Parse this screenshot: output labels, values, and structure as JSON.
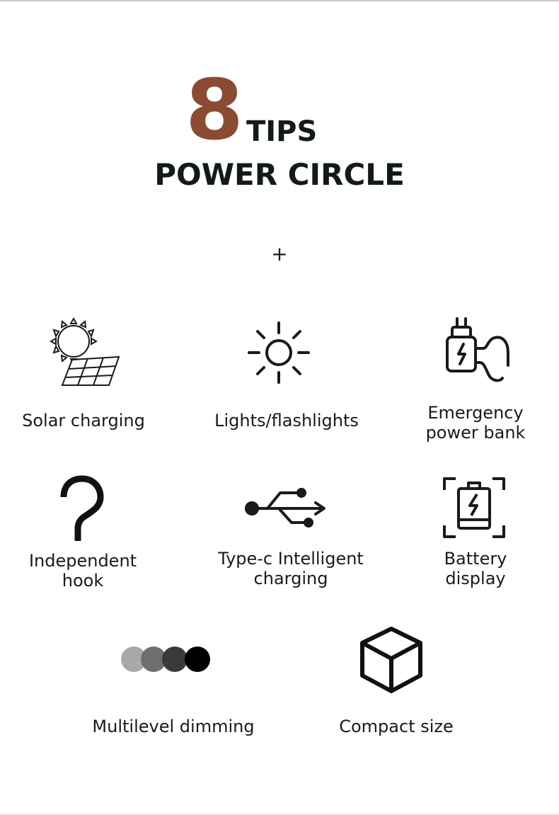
{
  "header": {
    "number": "8",
    "number_color": "#8b4a32",
    "tips_text": "TIPS",
    "headline": "POWER CIRCLE",
    "separator": "+"
  },
  "features": [
    {
      "icon": "solar-panel-icon",
      "label": "Solar charging"
    },
    {
      "icon": "sun-icon",
      "label": "Lights/flashlights"
    },
    {
      "icon": "charger-plug-icon",
      "label": "Emergency power bank"
    },
    {
      "icon": "hook-icon",
      "label": "Independent hook"
    },
    {
      "icon": "usb-icon",
      "label": "Type-c Intelligent charging"
    },
    {
      "icon": "battery-icon",
      "label": "Battery display"
    },
    {
      "icon": "dimming-circles-icon",
      "label": "Multilevel dimming"
    },
    {
      "icon": "cube-icon",
      "label": "Compact size"
    }
  ]
}
